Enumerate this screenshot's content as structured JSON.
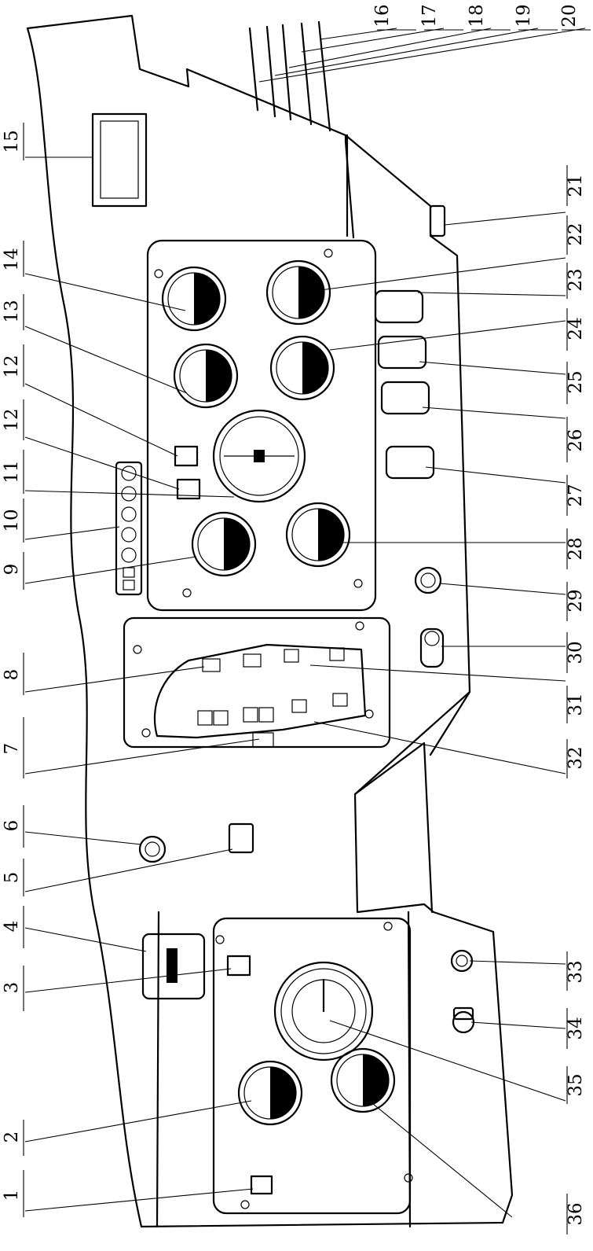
{
  "callouts": {
    "left": [
      "1",
      "2",
      "3",
      "4",
      "5",
      "6",
      "7",
      "8",
      "9",
      "10",
      "11",
      "12",
      "12",
      "13",
      "14",
      "15"
    ],
    "bottom": [
      "36",
      "35",
      "34",
      "33",
      "32",
      "31",
      "30",
      "29",
      "28",
      "27",
      "26",
      "25",
      "24",
      "23",
      "22",
      "21"
    ],
    "top": [
      "16",
      "17",
      "18",
      "19",
      "20"
    ]
  },
  "colors": {
    "line": "#000000",
    "paper": "#ffffff"
  }
}
